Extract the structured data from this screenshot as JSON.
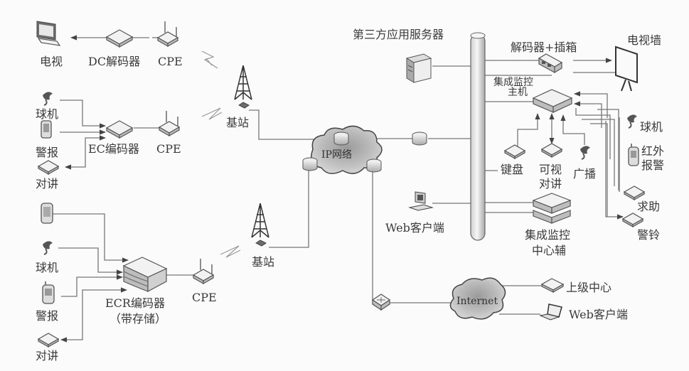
{
  "diagram": {
    "left": {
      "row1": {
        "tv": "电视",
        "decoder": "DC解码器",
        "cpe": "CPE"
      },
      "row2": {
        "dome_camera": "球机",
        "alarm": "警报",
        "encoder": "EC编码器",
        "cpe": "CPE",
        "intercom": "对讲"
      },
      "row3": {
        "dome_camera": "球机",
        "alarm": "警报",
        "encoder_line1": "ECR编码器",
        "encoder_line2": "（带存储）",
        "cpe": "CPE",
        "intercom": "对讲"
      }
    },
    "base_station_top": "基站",
    "base_station_bottom": "基站",
    "ip_network": "IP网络",
    "internet": "Internet",
    "right": {
      "third_party_server": "第三方应用服务器",
      "decoder_box": "解码器+插箱",
      "tv_wall": "电视墙",
      "host_line1": "集成监控",
      "host_line2": "主机",
      "keyboard": "键盘",
      "video_intercom_line1": "可视",
      "video_intercom_line2": "对讲",
      "broadcast": "广播",
      "dome_camera": "球机",
      "ir_alarm_line1": "红外",
      "ir_alarm_line2": "报警",
      "help": "求助",
      "alarm_bell": "警铃",
      "web_client": "Web客户端",
      "center_aux_line1": "集成监控",
      "center_aux_line2": "中心辅"
    },
    "bottom": {
      "superior_center": "上级中心",
      "web_client": "Web客户端"
    }
  }
}
